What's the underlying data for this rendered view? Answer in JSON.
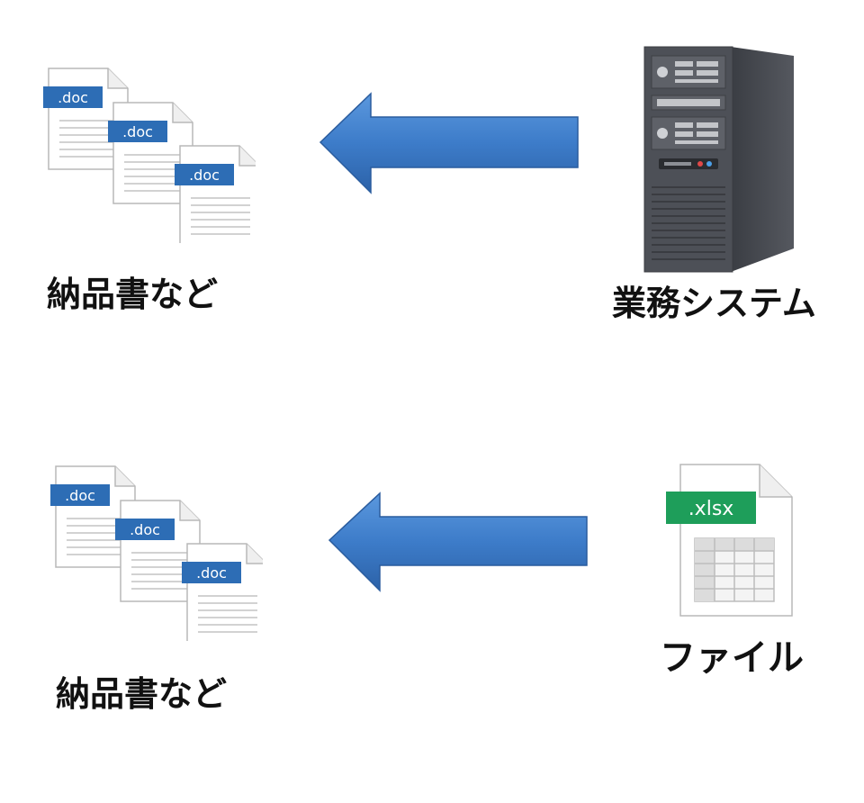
{
  "rows": [
    {
      "target": {
        "caption": "納品書など",
        "doc_labels": [
          ".doc",
          ".doc",
          ".doc"
        ]
      },
      "source": {
        "caption": "業務システム",
        "icon": "server-tower-icon"
      }
    },
    {
      "target": {
        "caption": "納品書など",
        "doc_labels": [
          ".doc",
          ".doc",
          ".doc"
        ]
      },
      "source": {
        "caption": "ファイル",
        "icon": "spreadsheet-file-icon",
        "file_label": ".xlsx"
      }
    }
  ],
  "colors": {
    "arrow": "#3d7cc9",
    "doc_badge": "#2d6db5",
    "xlsx_badge": "#1e9e5a",
    "server_body": "#4a4d54"
  }
}
